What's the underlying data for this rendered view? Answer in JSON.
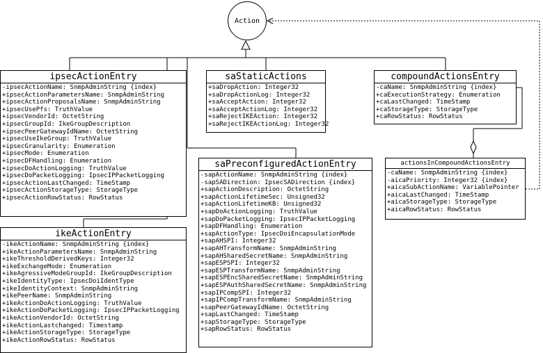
{
  "action_node": {
    "label": "Action"
  },
  "classes": [
    {
      "title": "ipsecActionEntry",
      "attributes": [
        "-ipsecActionName: SnmpAdminString {index}",
        "+ipsecActionParametersName: SnmpAdminString",
        "+ipsecActionProposalsName: SnmpAdminString",
        "+ipsecUsePfs: TruthValue",
        "+ipsecVendorId: OctetString",
        "+ipsecGroupId: IkeGroupDescription",
        "+ipsecPeerGatewayIdName: OctetString",
        "+ipsecUseIkeGroup: TruthValue",
        "+ipsecGranularity: Enumeration",
        "+ipsecMode: Enumeration",
        "+ipsecDFHandling: Enumeration",
        "+ipsecDoActionLogging: TruthValue",
        "+ipsecDoPacketLogging: IpsecIPPacketLogging",
        "+ipsecActionLastChanged: TimeStamp",
        "+ipsecActionStorageType: StorageType",
        "+ipsecActionRowStatus: RowStatus"
      ]
    },
    {
      "title": "saStaticActions",
      "attributes": [
        "+saDropAction: Integer32",
        "+saDropActionLog: Integer32",
        "+saAcceptAction: Integer32",
        "+saAcceptActionLog: Integer32",
        "+saRejectIKEAction: Integer32",
        "+saRejectIKEActionLog: Integer32"
      ]
    },
    {
      "title": "compoundActionsEntry",
      "attributes": [
        "-caName: SnmpAdminString {index}",
        "+caExecutionStrategy: Enumeration",
        "+caLastChanged: TimeStamp",
        "+caStorageType: StorageType",
        "+caRowStatus: RowStatus"
      ]
    },
    {
      "title": "actionsInCompoundActionsEntry",
      "attributes": [
        "-caName: SnmpAdminString {index}",
        "-aicaPriority: Integer32 {index}",
        "+aicaSubActionName: VariablePointer",
        "+aicaLastChanged: TimeStamp",
        "+aicaStorageType: StorageType",
        "+aicaRowStatus: RowStatus"
      ]
    },
    {
      "title": "saPreconfiguredActionEntry",
      "attributes": [
        "-sapActionName: SnmpAdminString {index}",
        "-sapSADirection: IpsecSADirection {index}",
        "+sapActionDescription: OctetString",
        "+sapActionLifetimeSec: Unsigned32",
        "+sapActionLifetimeKB: Unsigned32",
        "+sapDoActionLogging: TruthValue",
        "+sapDoPacketLogging: IpsecIPPacketLogging",
        "+sapDFHandling: Enumeration",
        "+sapActionType: IpsecDoiEncapsulationMode",
        "+sapAHSPI: Integer32",
        "+sapAHTransformName: SnmpAdminString",
        "+sapAHSharedSecretName: SnmpAdminString",
        "+sapESPSPI: Integer32",
        "+sapESPTransformName: SnmpAdminString",
        "+sapESPEncSharedSecretName: SnmpAdminString",
        "+sapESPAuthSharedSecretName: SnmpAdminString",
        "+sapIPCompSPI: Integer32",
        "+sapIPCompTransformName: SnmpAdminString",
        "+sapPeerGatewayIdName: OctetString",
        "+sapLastChanged: TimeStamp",
        "+sapStorageType: StorageType",
        "+sapRowStatus: RowStatus"
      ]
    },
    {
      "title": "ikeActionEntry",
      "attributes": [
        "-ikeActionName: SnmpAdminString {index}",
        "+ikeActionParametersName: SnmpAdminString",
        "+ikeThresholdDerivedKeys: Integer32",
        "+ikeExchangeMode: Enumeration",
        "+ikeAgressiveModeGroupId: IkeGroupDescription",
        "+ikeIdentityType: IpsecDoiIdentType",
        "+ikeIdentityContext: SnmpAdminString",
        "+ikePeerName: SnmpAdminString",
        "+ikeActionDoActionLogging: TruthValue",
        "+ikeActionDoPacketLogging: IpsecIPPacketLogging",
        "+ikeActionVendorId: OctetString",
        "+ikeActionLastchanged: Timestamp",
        "+ikeActionStorageType: StorageType",
        "+ikeActionRowStatus: RowStatus"
      ]
    }
  ]
}
